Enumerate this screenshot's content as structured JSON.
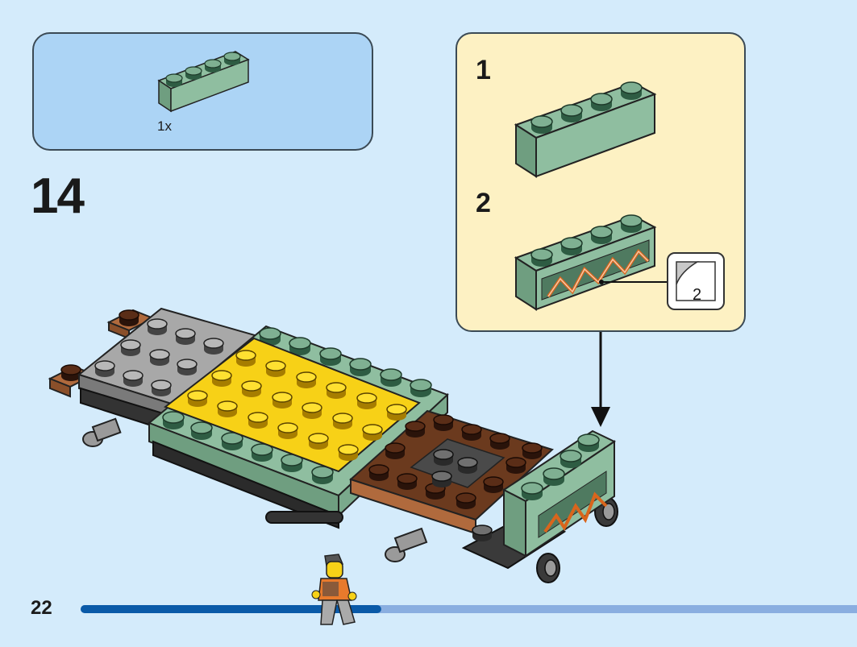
{
  "parts_list": {
    "quantity": "1x",
    "part": "sand-green-1x4-brick"
  },
  "step": {
    "number": "14"
  },
  "sub_steps": [
    {
      "label": "1"
    },
    {
      "label": "2"
    }
  ],
  "sticker": {
    "number": "2"
  },
  "page": {
    "number": "22",
    "progress": 0.38
  },
  "colors": {
    "background": "#d4ebfb",
    "parts_box": "#acd4f5",
    "sub_box": "#fdf1c3",
    "sand_green": "#8fbea0",
    "yellow": "#f7d117",
    "brown": "#6b3a1e",
    "gray": "#a4a4a4",
    "progress_filled": "#0a5aa8",
    "progress_remaining": "#8aaee0"
  }
}
